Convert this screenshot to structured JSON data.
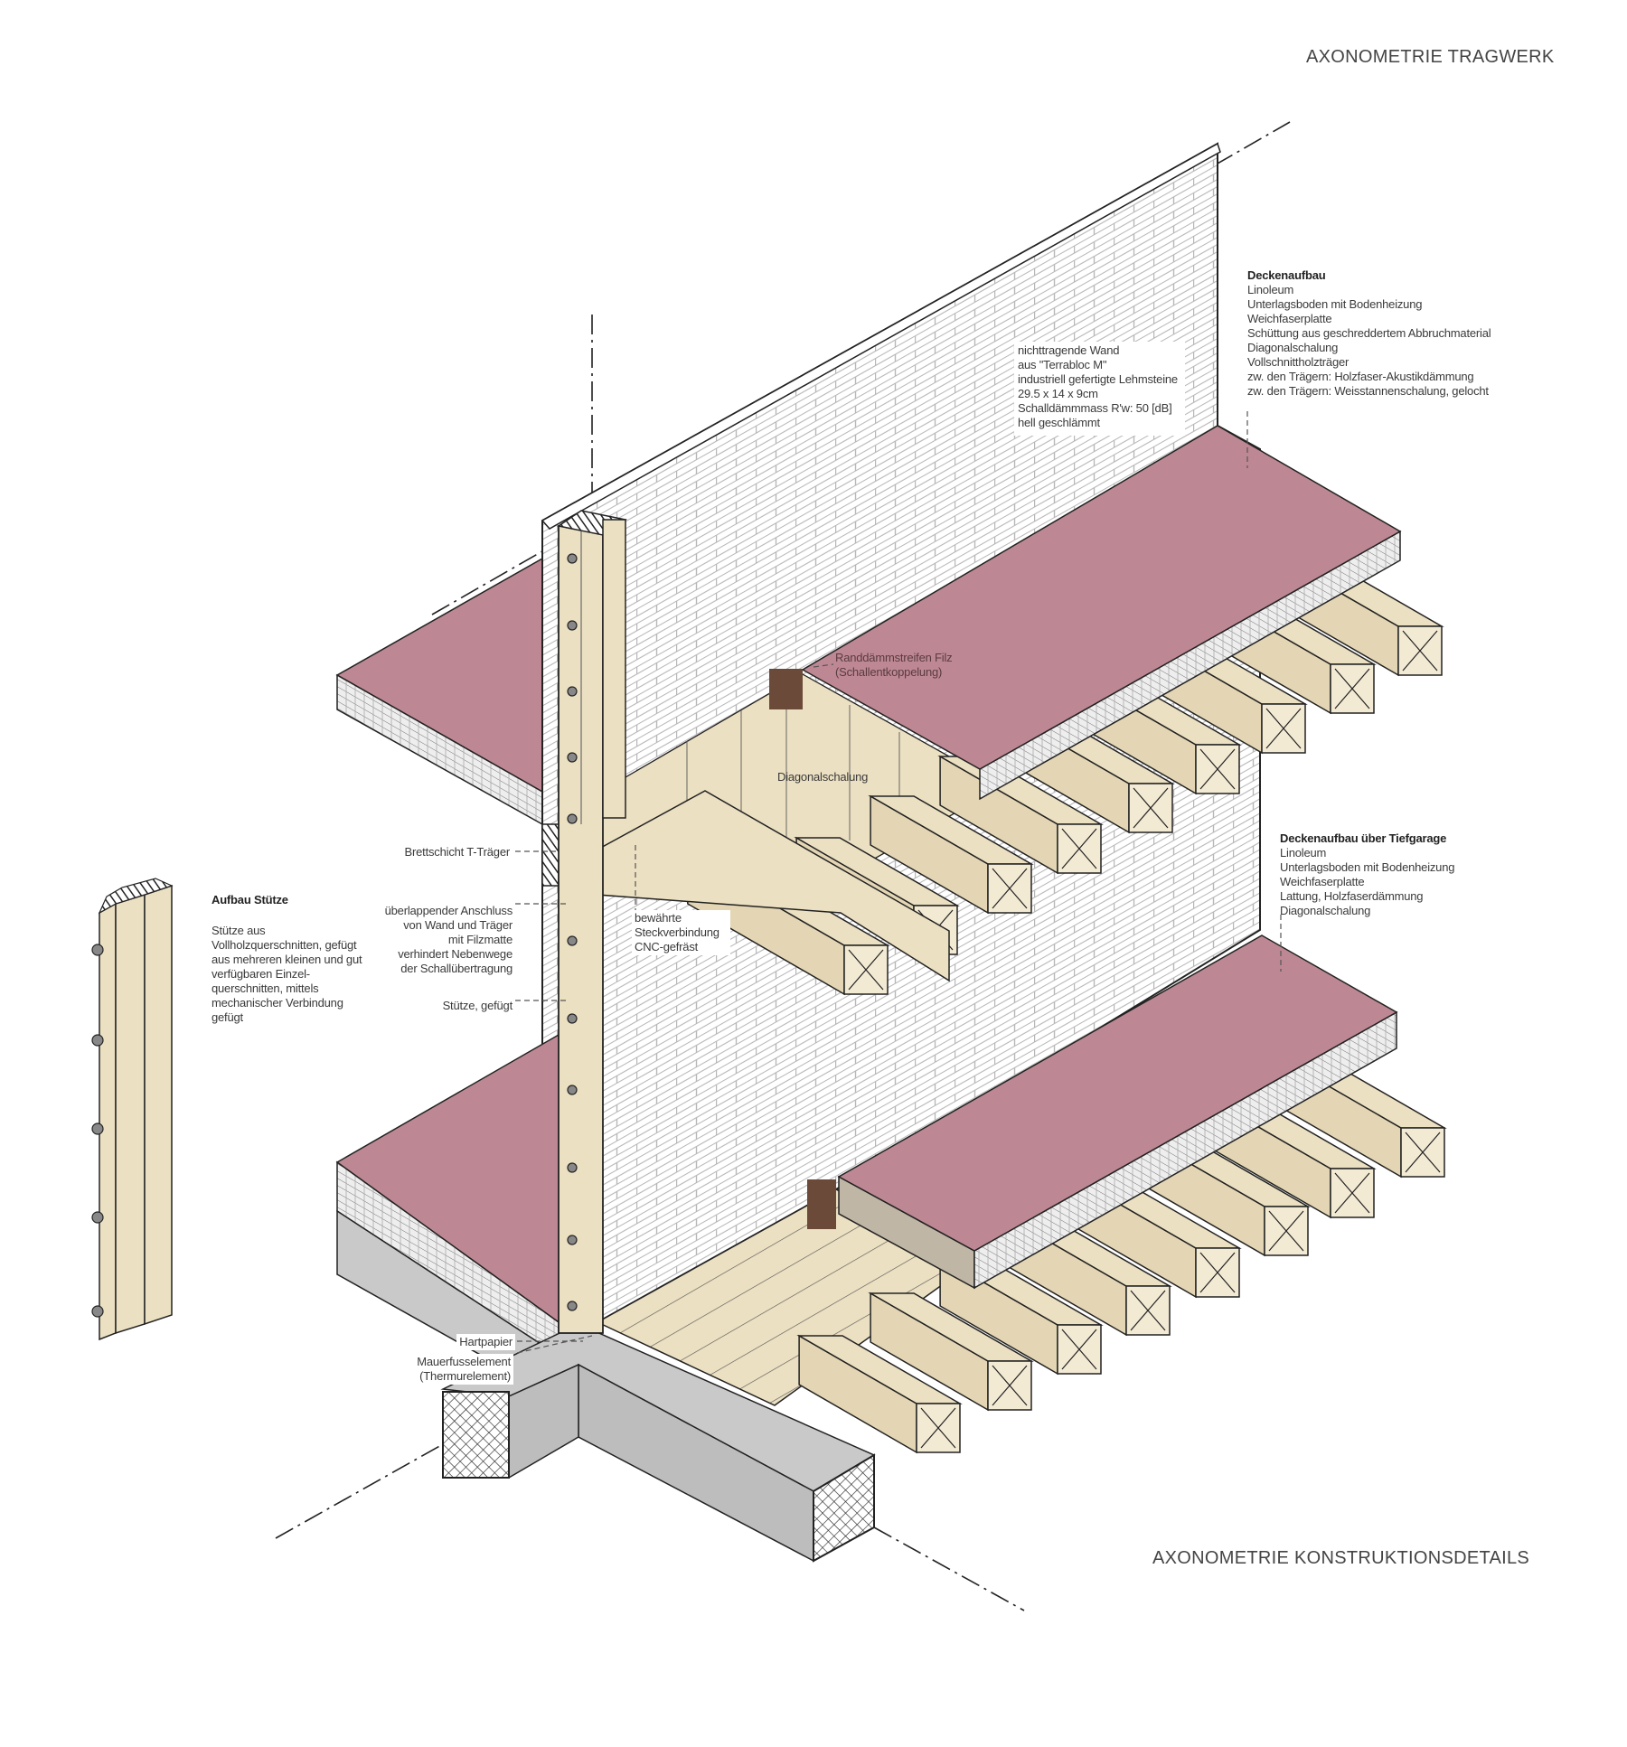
{
  "titles": {
    "top": "AXONOMETRIE TRAGWERK",
    "bottom": "AXONOMETRIE KONSTRUKTIONSDETAILS"
  },
  "deckenaufbau": {
    "heading": "Deckenaufbau",
    "lines": [
      "Linoleum",
      "Unterlagsboden mit Bodenheizung",
      "Weichfaserplatte",
      "Schüttung aus geschreddertem Abbruchmaterial",
      "Diagonalschalung",
      "Vollschnittholzträger",
      "zw. den Trägern: Holzfaser-Akustikdämmung",
      "zw. den Trägern: Weisstannenschalung, gelocht"
    ]
  },
  "deckenaufbau_tiefgarage": {
    "heading": "Deckenaufbau über Tiefgarage",
    "lines": [
      "Linoleum",
      "Unterlagsboden mit Bodenheizung",
      "Weichfaserplatte",
      "Lattung, Holzfaserdämmung",
      "Diagonalschalung"
    ]
  },
  "wall_label": {
    "lines": [
      "nichttragende Wand",
      "aus \"Terrabloc M\"",
      "industriell gefertigte Lehmsteine",
      "29.5 x 14 x 9cm",
      "Schalldämmmass R'w: 50 [dB]",
      "hell geschlämmt"
    ]
  },
  "aufbau_stuetze": {
    "heading": "Aufbau Stütze",
    "lines": [
      "Stütze aus",
      "Vollholzquerschnitten, gefügt",
      "aus mehreren kleinen und gut",
      "verfügbaren Einzel-",
      "querschnitten, mittels",
      "mechanischer Verbindung",
      "gefügt"
    ]
  },
  "callouts": {
    "randdaemm": [
      "Randdämmstreifen Filz",
      "(Schallentkoppelung)"
    ],
    "diagonalschalung": "Diagonalschalung",
    "brettschicht": "Brettschicht T-Träger",
    "ueberlappend": [
      "überlappender Anschluss",
      "von Wand und Träger",
      "mit Filzmatte",
      "verhindert Nebenwege",
      "der Schallübertragung"
    ],
    "steckverbindung": [
      "bewährte",
      "Steckverbindung",
      "CNC-gefräst"
    ],
    "stuetze": "Stütze, gefügt",
    "hartpapier": "Hartpapier",
    "mauerfuss": [
      "Mauerfusselement",
      "(Thermurelement)"
    ]
  },
  "colors": {
    "linoleum": "#bd8893",
    "timber": "#ece0c2",
    "concrete": "#c9c9c9",
    "wall": "#ffffff",
    "line": "#222222"
  }
}
